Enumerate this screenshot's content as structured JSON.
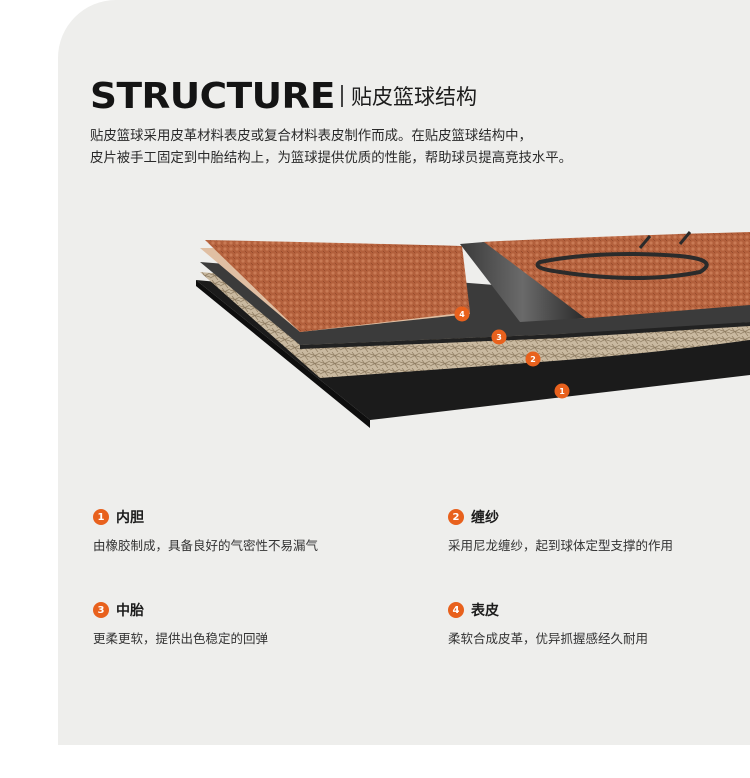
{
  "heading": {
    "title": "STRUCTURE",
    "subtitle": "贴皮篮球结构"
  },
  "description": [
    "贴皮篮球采用皮革材料表皮或复合材料表皮制作而成。在贴皮篮球结构中，",
    "皮片被手工固定到中胎结构上，为篮球提供优质的性能，帮助球员提高竞技水平。"
  ],
  "diagram_markers": [
    "4",
    "3",
    "2",
    "1"
  ],
  "features": [
    {
      "number": "1",
      "title": "内胆",
      "desc": "由橡胶制成，具备良好的气密性不易漏气"
    },
    {
      "number": "2",
      "title": "缠纱",
      "desc": "采用尼龙缠纱，起到球体定型支撑的作用"
    },
    {
      "number": "3",
      "title": "中胎",
      "desc": "更柔更软，提供出色稳定的回弹"
    },
    {
      "number": "4",
      "title": "表皮",
      "desc": "柔软合成皮革，优异抓握感经久耐用"
    }
  ],
  "colors": {
    "accent": "#e8611d",
    "card_background": "#eeeeec",
    "leather": "#b3603c"
  }
}
